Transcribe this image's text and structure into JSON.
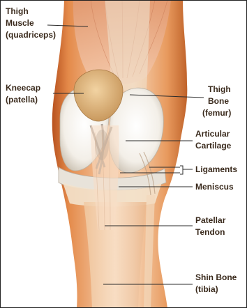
{
  "labels": {
    "thigh_muscle": [
      "Thigh",
      "Muscle",
      "(quadriceps)"
    ],
    "kneecap": [
      "Kneecap",
      "(patella)"
    ],
    "thigh_bone": [
      "Thigh",
      "Bone",
      "(femur)"
    ],
    "articular_cartilage": [
      "Articular",
      "Cartilage"
    ],
    "ligaments": [
      "Ligaments"
    ],
    "meniscus": [
      "Meniscus"
    ],
    "patellar_tendon": [
      "Patellar",
      "Tendon"
    ],
    "shin_bone": [
      "Shin Bone",
      "(tibia)"
    ]
  },
  "colors": {
    "skin_light": "#f3c89a",
    "skin_mid": "#e79a5c",
    "skin_dark": "#c8642c",
    "muscle": "#e9a57e",
    "bone": "#f6f1e6",
    "cartilage": "#ffffff",
    "patella": "#d9b078",
    "label_text": "#3a2a1c",
    "leader_line": "#2b2b2b",
    "border": "#222222"
  }
}
